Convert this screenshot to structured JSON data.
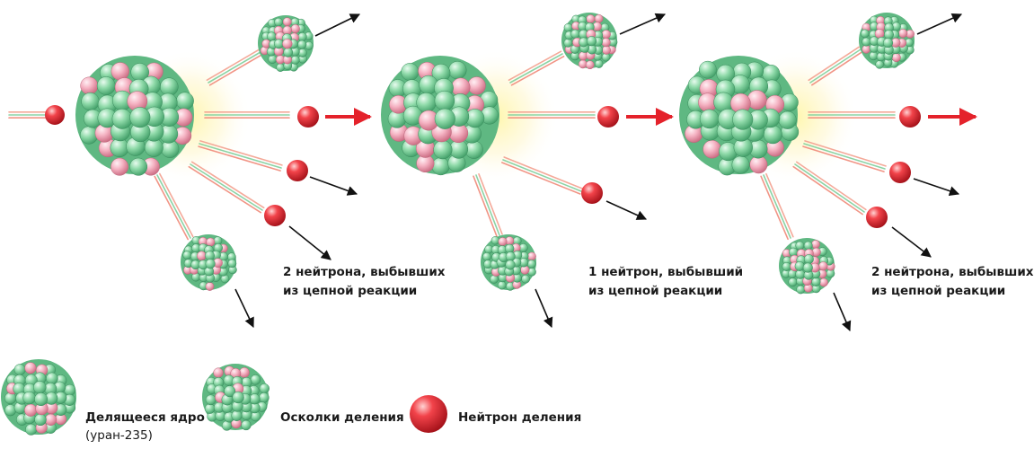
{
  "stages": [
    {
      "caption_line1": "2 нейтрона, выбывших",
      "caption_line2": "из цепной реакции"
    },
    {
      "caption_line1": "1 нейтрон, выбывший",
      "caption_line2": "из цепной реакции"
    },
    {
      "caption_line1": "2 нейтрона, выбывших",
      "caption_line2": "из цепной реакции"
    }
  ],
  "legend": {
    "nucleus_label": "Делящееся ядро",
    "nucleus_sublabel": "(уран-235)",
    "fragment_label": "Осколки деления",
    "neutron_label": "Нейтрон деления"
  },
  "colors": {
    "proton": "#f2a3b8",
    "neutron_ball": "#7fcf9c",
    "fission_neutron": "#e4222b",
    "flash": "#fff3a0",
    "arrow_black": "#111111",
    "arrow_red": "#e4222b",
    "line_green": "#7fcf9c",
    "line_red": "#f08a7a"
  }
}
